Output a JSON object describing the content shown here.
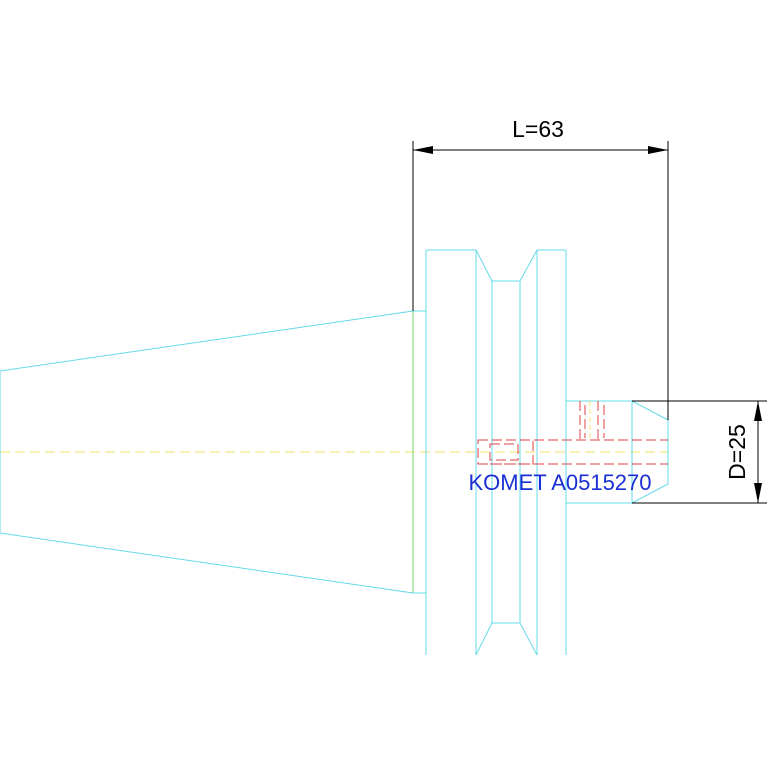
{
  "dimensions": {
    "length_label": "L=63",
    "diameter_label": "D=25"
  },
  "tool": {
    "designation": "KOMET A0515270"
  },
  "colors": {
    "background": "#ffffff",
    "outline": "#66d9e8",
    "centerline": "#f2e36b",
    "hidden": "#e04040",
    "dimension": "#000000",
    "label": "#1a2fd4",
    "face": "#7ad46a"
  }
}
